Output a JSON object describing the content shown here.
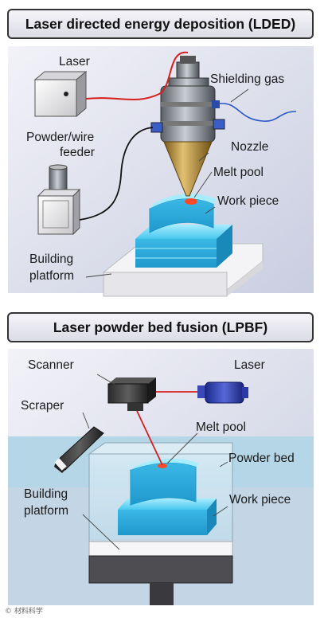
{
  "lded": {
    "title": "Laser directed energy deposition (LDED)",
    "labels": {
      "laser": "Laser",
      "shielding_gas": "Shielding gas",
      "powder_feeder_l1": "Powder/wire",
      "powder_feeder_l2": "feeder",
      "nozzle": "Nozzle",
      "melt_pool": "Melt pool",
      "work_piece": "Work piece",
      "platform_l1": "Building",
      "platform_l2": "platform"
    }
  },
  "lpbf": {
    "title": "Laser powder bed fusion (LPBF)",
    "labels": {
      "scanner": "Scanner",
      "laser": "Laser",
      "scraper": "Scraper",
      "melt_pool": "Melt pool",
      "powder_bed": "Powder bed",
      "platform_l1": "Building",
      "platform_l2": "platform",
      "work_piece": "Work piece"
    }
  },
  "watermark": "© 材料科学"
}
